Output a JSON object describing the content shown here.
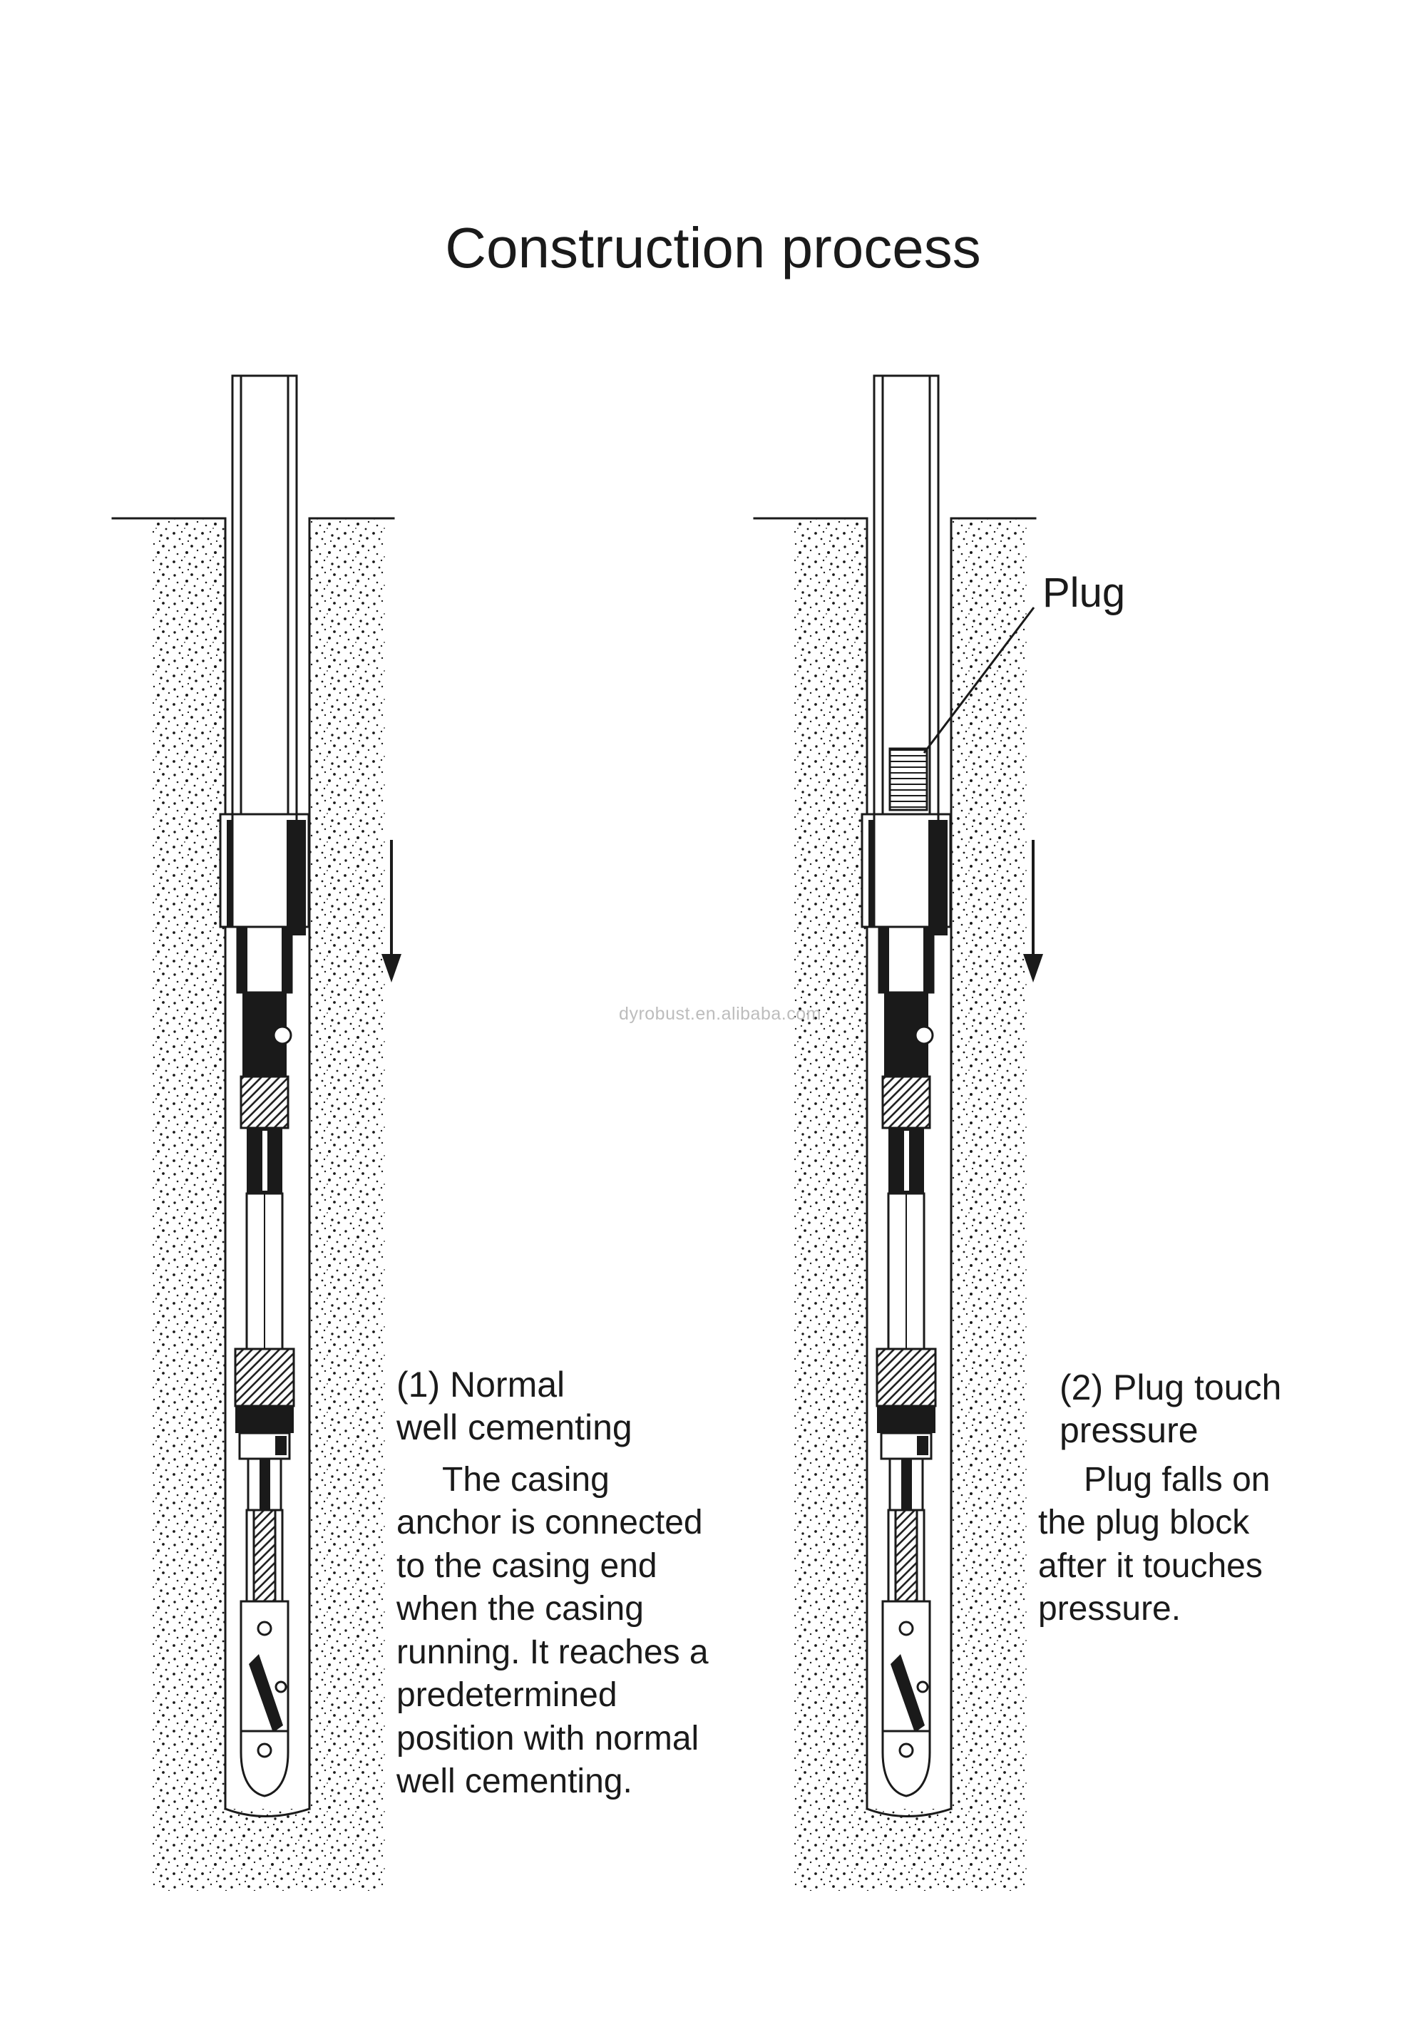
{
  "title": "Construction process",
  "watermark": "dyrobust.en.alibaba.com",
  "diagram": {
    "plug_callout": "Plug"
  },
  "steps": [
    {
      "heading": "(1) Normal\nwell cementing",
      "body": "The casing\nanchor is connected\nto the casing end\nwhen the casing\nrunning. It reaches a\npredetermined\nposition with normal\nwell cementing."
    },
    {
      "heading": "(2) Plug touch\npressure",
      "body": "Plug falls on\nthe plug block\nafter it touches\npressure."
    }
  ],
  "colors": {
    "ink": "#1a1a1a",
    "watermark_gray": "#bdbdbd",
    "background": "#ffffff"
  }
}
